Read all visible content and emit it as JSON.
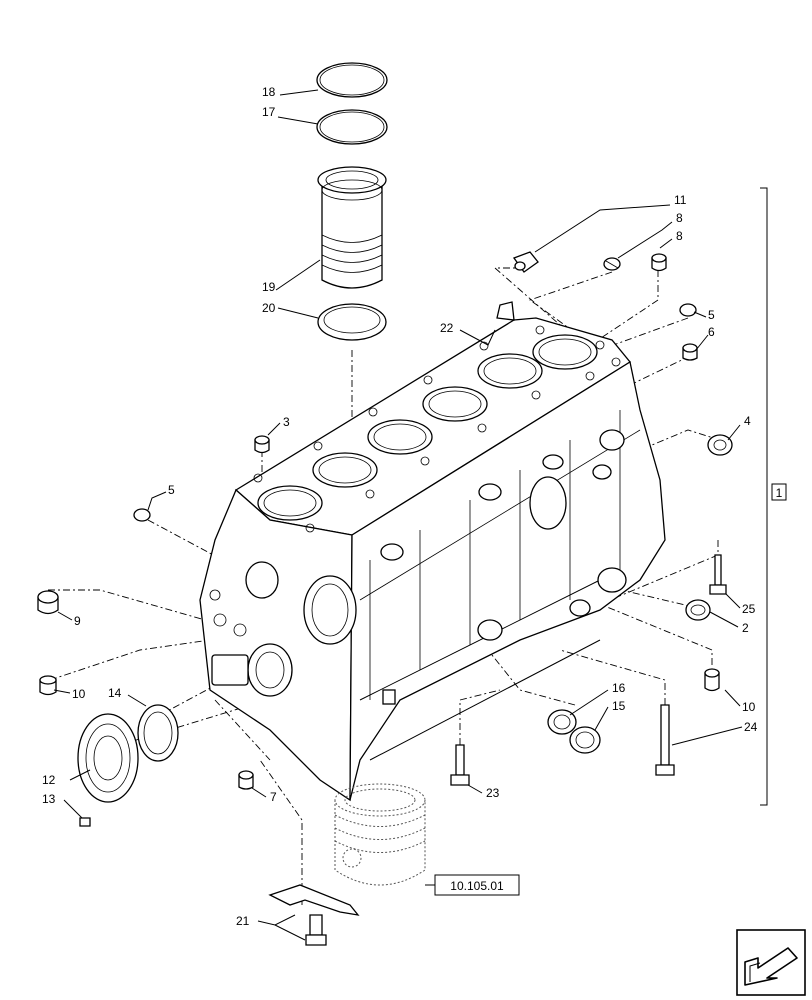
{
  "callouts": {
    "c1": "1",
    "c2": "2",
    "c3": "3",
    "c4": "4",
    "c5a": "5",
    "c5b": "5",
    "c6": "6",
    "c7": "7",
    "c8a": "8",
    "c8b": "8",
    "c9": "9",
    "c10a": "10",
    "c10b": "10",
    "c11": "11",
    "c12": "12",
    "c13": "13",
    "c14": "14",
    "c15": "15",
    "c16": "16",
    "c17": "17",
    "c18": "18",
    "c19": "19",
    "c20": "20",
    "c21": "21",
    "c22": "22",
    "c23": "23",
    "c24": "24",
    "c25": "25"
  },
  "reference": {
    "piston_group": "10.105.01"
  },
  "nav": {
    "icon": "next-page-arrow-icon"
  }
}
